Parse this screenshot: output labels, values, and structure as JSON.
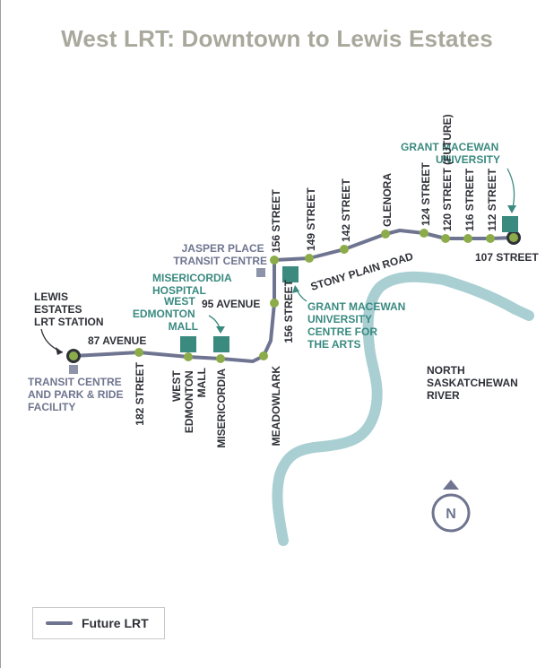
{
  "title": "West LRT: Downtown to Lewis Estates",
  "colors": {
    "line": "#6f7590",
    "stop": "#8cac4a",
    "terminal_fill": "#8cac4a",
    "terminal_ring": "#2f3138",
    "transit_square": "#8d93a8",
    "destination_square": "#3a8a80",
    "river": "#a9cfd3",
    "label_dark": "#2f3138",
    "label_teal": "#3a8a80",
    "label_grey": "#6f7590"
  },
  "stops": {
    "182_street": "182 STREET",
    "west_edmonton_mall": [
      "WEST",
      "EDMONTON",
      "MALL"
    ],
    "misericordia": "MISERICORDIA",
    "meadowlark": "MEADOWLARK",
    "156_street_south": "156 STREET",
    "156_street_north": "156 STREET",
    "149_street": "149 STREET",
    "142_street": "142 STREET",
    "glenora": "GLENORA",
    "124_street": "124 STREET",
    "120_street": "120 STREET (FUTURE)",
    "116_street": "116 STREET",
    "112_street": "112 STREET",
    "107_street": "107 STREET"
  },
  "roads": {
    "87_avenue": "87 AVENUE",
    "95_avenue": "95 AVENUE",
    "stony_plain_road": "STONY PLAIN ROAD"
  },
  "landmarks": {
    "lewis_estates": [
      "LEWIS",
      "ESTATES",
      "LRT STATION"
    ],
    "transit_centre_park_ride": [
      "TRANSIT CENTRE",
      "AND PARK & RIDE",
      "FACILITY"
    ],
    "west_edmonton_mall_dest": [
      "WEST",
      "EDMONTON",
      "MALL"
    ],
    "misericordia_hospital": [
      "MISERICORDIA",
      "HOSPITAL"
    ],
    "jasper_place": [
      "JASPER PLACE",
      "TRANSIT CENTRE"
    ],
    "macewan_arts": [
      "GRANT MACEWAN",
      "UNIVERSITY",
      "CENTRE FOR",
      "THE ARTS"
    ],
    "macewan_university": [
      "GRANT MACEWAN",
      "UNIVERSITY"
    ],
    "river": [
      "NORTH",
      "SASKATCHEWAN",
      "RIVER"
    ]
  },
  "north_arrow": "N",
  "legend": {
    "label": "Future LRT"
  }
}
